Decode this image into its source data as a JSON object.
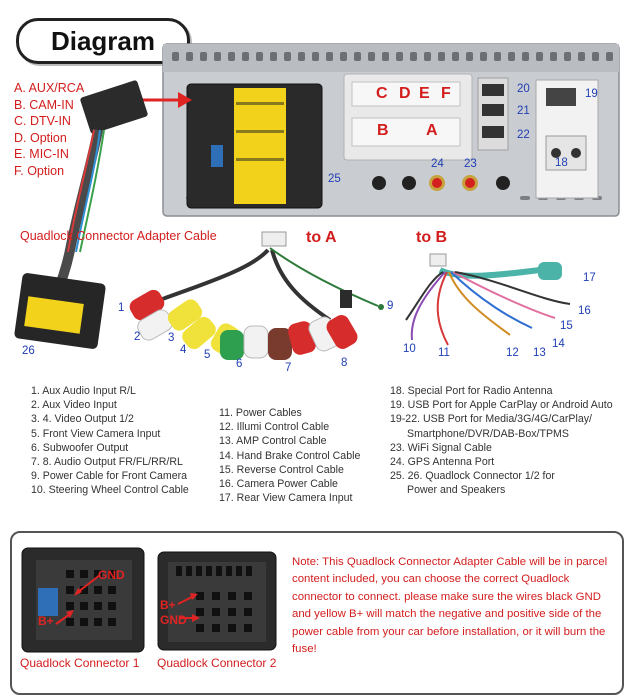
{
  "header": {
    "title": "Diagram"
  },
  "connector_list": [
    "A. AUX/RCA",
    "B. CAM-IN",
    "C. DTV-IN",
    "D. Option",
    "E. MIC-IN",
    "F. Option"
  ],
  "ports": {
    "top_letters": [
      "C",
      "D",
      "E",
      "F"
    ],
    "bottom_letters": [
      "B",
      "A"
    ],
    "side_numbers": [
      "20",
      "21",
      "22",
      "19",
      "18"
    ],
    "antenna_numbers": [
      "24",
      "23"
    ],
    "label_25": "25"
  },
  "cables": {
    "adapter_label": "Quadlock Connector Adapter Cable",
    "to_a": "to A",
    "to_b": "to B",
    "adapter_number": "26",
    "a_numbers": [
      "1",
      "2",
      "3",
      "4",
      "5",
      "6",
      "7",
      "8",
      "9"
    ],
    "b_numbers": [
      "17",
      "16",
      "15",
      "14",
      "13",
      "12",
      "11",
      "10"
    ]
  },
  "legend": {
    "col1": [
      "1. Aux Audio Input R/L",
      "2. Aux Video Input",
      "3. 4. Video Output 1/2",
      "5. Front View Camera Input",
      "6. Subwoofer Output",
      "7. 8. Audio Output FR/FL/RR/RL",
      "9. Power Cable for Front Camera",
      "10. Steering Wheel Control Cable"
    ],
    "col2": [
      "11. Power Cables",
      "12. Illumi Control Cable",
      "13. AMP Control Cable",
      "14. Hand Brake Control Cable",
      "15. Reverse Control Cable",
      "16. Camera Power Cable",
      "17. Rear View Camera Input"
    ],
    "col3": [
      "18. Special Port for Radio Antenna",
      "19. USB Port  for Apple CarPlay or  Android Auto",
      "19-22. USB Port for Media/3G/4G/CarPlay/",
      "Smartphone/DVR/DAB-Box/TPMS",
      "23. WiFi Signal Cable",
      "24. GPS Antenna Port",
      "25. 26. Quadlock Connector 1/2 for",
      "Power and Speakers"
    ]
  },
  "bottom": {
    "qc1_label": "Quadlock Connector 1",
    "qc2_label": "Quadlock Connector 2",
    "gnd": "GND",
    "bplus": "B+",
    "note": "Note: This Quadlock Connector Adapter Cable will be in parcel content included, you can choose the correct Quadlock connector to connect. please make sure the wires black GND and yellow B+ will match the negative and positive side of the power cable from your car before installation, or it will burn the fuse!"
  }
}
